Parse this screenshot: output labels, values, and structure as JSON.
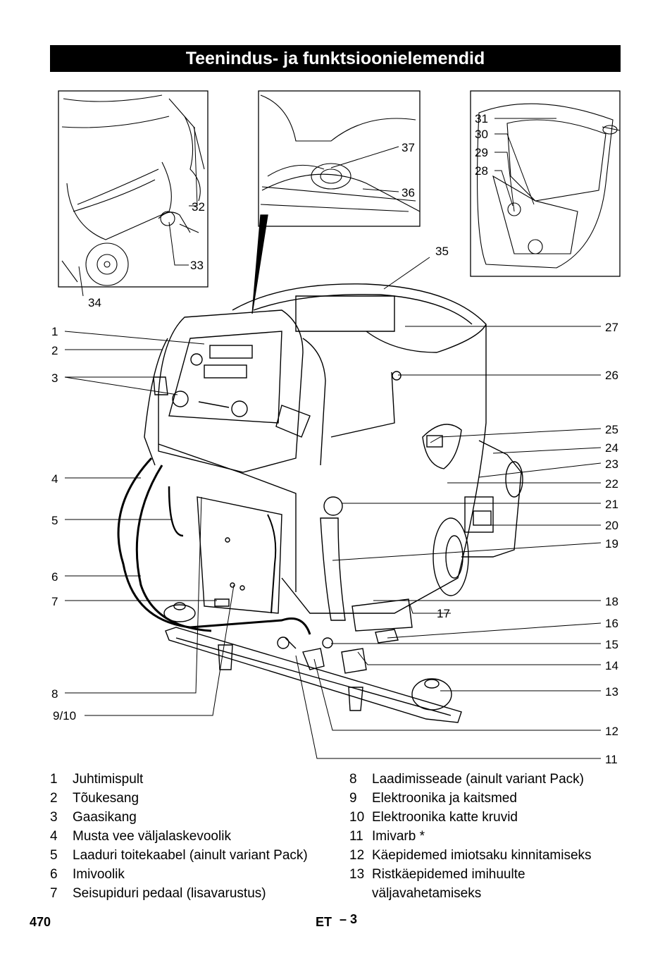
{
  "header": {
    "title": "Teenindus- ja funktsioonielemendid"
  },
  "callouts": {
    "c1": "1",
    "c2": "2",
    "c3": "3",
    "c4": "4",
    "c5": "5",
    "c6": "6",
    "c7": "7",
    "c8": "8",
    "c9_10": "9/10",
    "c11": "11",
    "c12": "12",
    "c13": "13",
    "c14": "14",
    "c15": "15",
    "c16": "16",
    "c17": "17",
    "c18": "18",
    "c19": "19",
    "c20": "20",
    "c21": "21",
    "c22": "22",
    "c23": "23",
    "c24": "24",
    "c25": "25",
    "c26": "26",
    "c27": "27",
    "c28": "28",
    "c29": "29",
    "c30": "30",
    "c31": "31",
    "c32": "32",
    "c33": "33",
    "c34": "34",
    "c35": "35",
    "c36": "36",
    "c37": "37"
  },
  "legend_left": [
    {
      "num": "1",
      "text": "Juhtimispult"
    },
    {
      "num": "2",
      "text": "Tõukesang"
    },
    {
      "num": "3",
      "text": "Gaasikang"
    },
    {
      "num": "4",
      "text": "Musta vee väljalaskevoolik"
    },
    {
      "num": "5",
      "text": "Laaduri toitekaabel (ainult variant Pack)"
    },
    {
      "num": "6",
      "text": "Imivoolik"
    },
    {
      "num": "7",
      "text": "Seisupiduri pedaal (lisavarustus)"
    }
  ],
  "legend_right": [
    {
      "num": "8",
      "text": "Laadimisseade (ainult variant Pack)"
    },
    {
      "num": "9",
      "text": "Elektroonika ja kaitsmed"
    },
    {
      "num": "10",
      "text": "Elektroonika katte kruvid"
    },
    {
      "num": "11",
      "text": "Imivarb *"
    },
    {
      "num": "12",
      "text": "Käepidemed imiotsaku kinnitamiseks"
    },
    {
      "num": "13",
      "text": "Ristkäepidemed imihuulte väljavahetamiseks"
    }
  ],
  "footer": {
    "page": "470",
    "lang": "ET",
    "sub": "– 3"
  }
}
